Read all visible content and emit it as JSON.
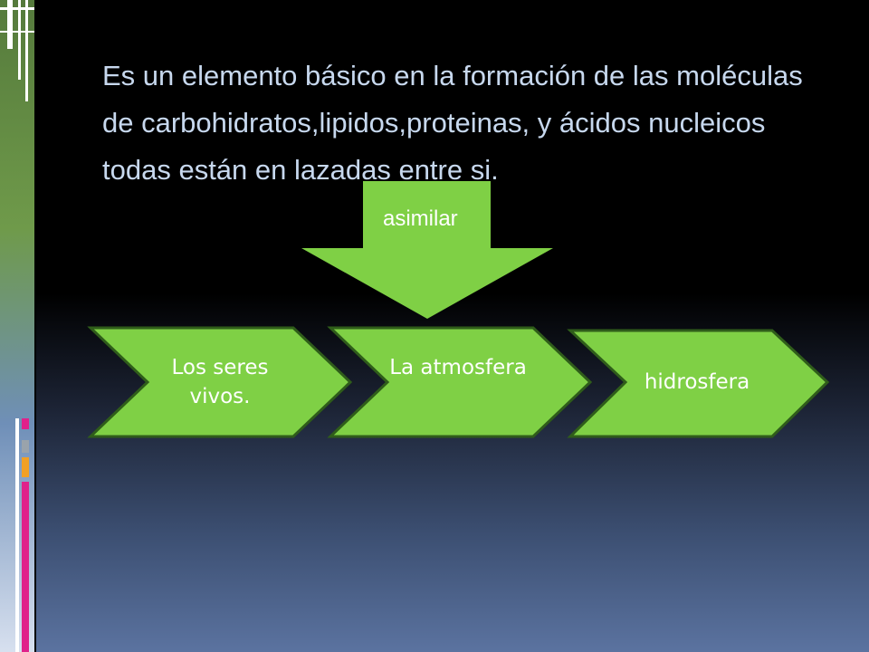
{
  "slide": {
    "title": "Es un elemento básico  en la formación de las moléculas de  carbohidratos,lipidos,proteinas, y ácidos nucleicos todas están en lazadas entre si."
  },
  "arrow": {
    "label": "asimilar"
  },
  "process": {
    "steps": [
      {
        "label": "Los seres vivos."
      },
      {
        "label": "La atmosfera"
      },
      {
        "label": "hidrosfera"
      }
    ]
  },
  "colors": {
    "accent_green": "#7fd045",
    "chevron_border": "#2f5d1a",
    "title_text": "#c7d8ee",
    "deco_magenta": "#e0218a",
    "deco_orange": "#f2a024",
    "deco_gray": "#9aa3ab"
  }
}
